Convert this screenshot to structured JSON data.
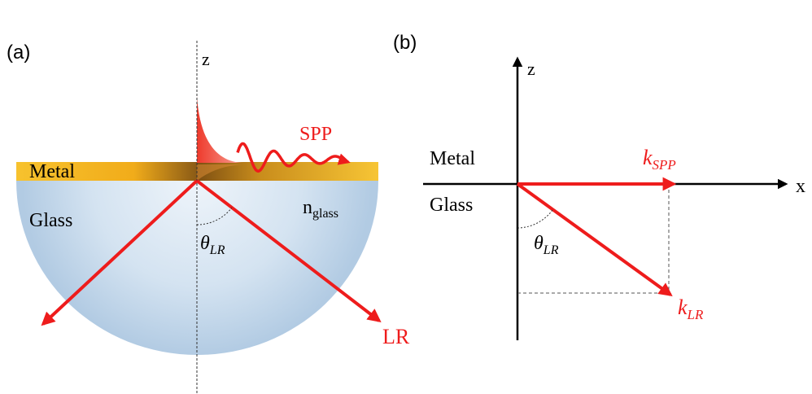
{
  "panel_a": {
    "label": "(a)",
    "z_axis": "z",
    "metal": "Metal",
    "glass": "Glass",
    "spp": "SPP",
    "n_main": "n",
    "n_sub": "glass",
    "theta_main": "θ",
    "theta_sub": "LR",
    "lr": "LR"
  },
  "panel_b": {
    "label": "(b)",
    "z_axis": "z",
    "x_axis": "x",
    "metal": "Metal",
    "glass": "Glass",
    "k_spp_main": "k",
    "k_spp_sub": "SPP",
    "k_lr_main": "k",
    "k_lr_sub": "LR",
    "theta_main": "θ",
    "theta_sub": "LR"
  },
  "colors": {
    "arrow_red": "#ee1c1c",
    "metal_gold": "#f6c02c",
    "glass_blue": "#c2d6ea"
  }
}
